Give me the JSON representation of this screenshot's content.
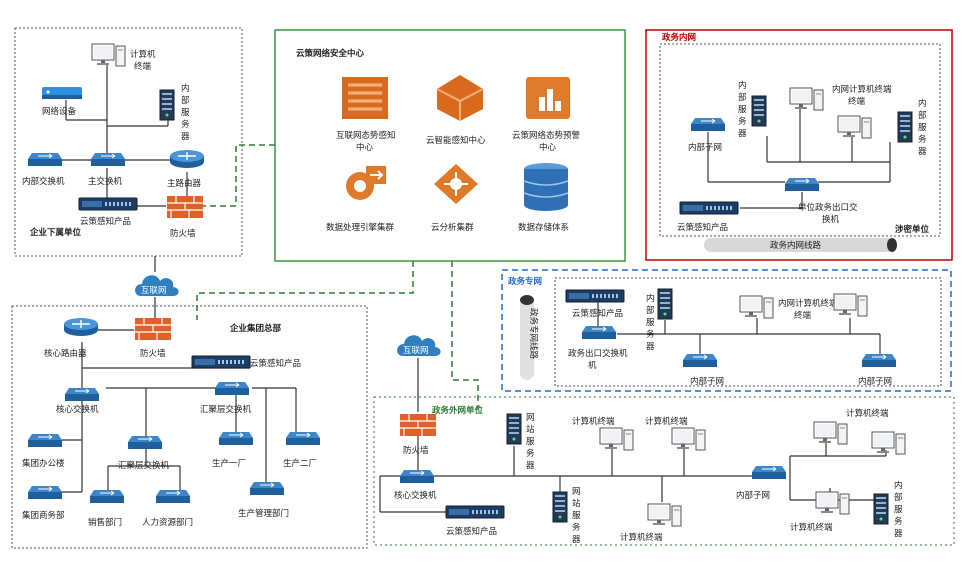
{
  "security_center": {
    "title": "云策网络安全中心",
    "services": [
      {
        "label": "互联网态势感知",
        "label2": "中心",
        "color": "#d86a1e"
      },
      {
        "label": "云智能感知中心",
        "label2": "",
        "color": "#d86a1e"
      },
      {
        "label": "云策网络态势预警",
        "label2": "中心",
        "color": "#e07a2a"
      },
      {
        "label": "数据处理引擎集群",
        "label2": "",
        "color": "#e07a2a"
      },
      {
        "label": "云分析集群",
        "label2": "",
        "color": "#e07a2a"
      },
      {
        "label": "数据存储体系",
        "label2": "",
        "color": "#2f6fb5"
      }
    ]
  },
  "enterprise_sub": {
    "title": "企业下属单位",
    "terminal": "计算机终端",
    "network_device": "网络设备",
    "server": "内部服务器",
    "internal_switch": "内部交换机",
    "main_switch": "主交换机",
    "main_router": "主路由器",
    "sensor": "云策感知产品",
    "firewall": "防火墙"
  },
  "internet_top": "互联网",
  "hq": {
    "title": "企业集团总部",
    "core_router": "核心路由器",
    "firewall": "防火墙",
    "sensor": "云策感知产品",
    "core_switch": "核心交换机",
    "agg_switch1": "汇聚层交换机",
    "agg_switch2": "汇聚层交换机",
    "office": "集团办公楼",
    "business": "集团商务部",
    "sales": "销售部门",
    "hr": "人力资源部门",
    "factory1": "生产一厂",
    "factory2": "生产二厂",
    "prod_mgmt": "生产管理部门"
  },
  "gov_intranet": {
    "title": "政务内网",
    "server1": "内部服务器",
    "terminal": "内网计算机终端",
    "server2": "内部服务器",
    "subnet": "内部子网",
    "exit_switch": "单位政务出口交换机",
    "sensor": "云策感知产品",
    "classified": "涉密单位",
    "line": "政务内网线路"
  },
  "gov_private": {
    "title": "政务专网",
    "line": "政务专网线路",
    "sensor": "云策感知产品",
    "server": "内部服务器",
    "exit_switch": "政务出口交换机",
    "terminal": "内网计算机终端",
    "subnet1": "内部子网",
    "subnet2": "内部子网"
  },
  "gov_external": {
    "title": "政务外网单位",
    "internet": "互联网",
    "firewall": "防火墙",
    "core_switch": "核心交换机",
    "sensor": "云策感知产品",
    "web_server1": "网站服务器",
    "web_server2": "网站服务器",
    "terminal1": "计算机终端",
    "terminal2": "计算机终端",
    "terminal3": "计算机终端",
    "terminal4": "计算机终端",
    "terminal5": "计算机终端",
    "subnet": "内部子网",
    "server": "内部服务器"
  },
  "colors": {
    "green_frame": "#3a9a3a",
    "green_dash": "#2e7d32",
    "red_frame": "#c00000",
    "blue_dash": "#1e6fd6",
    "device_blue": "#1f5f9e",
    "firewall": "#e0602a",
    "cloud": "#2f7fc1"
  }
}
